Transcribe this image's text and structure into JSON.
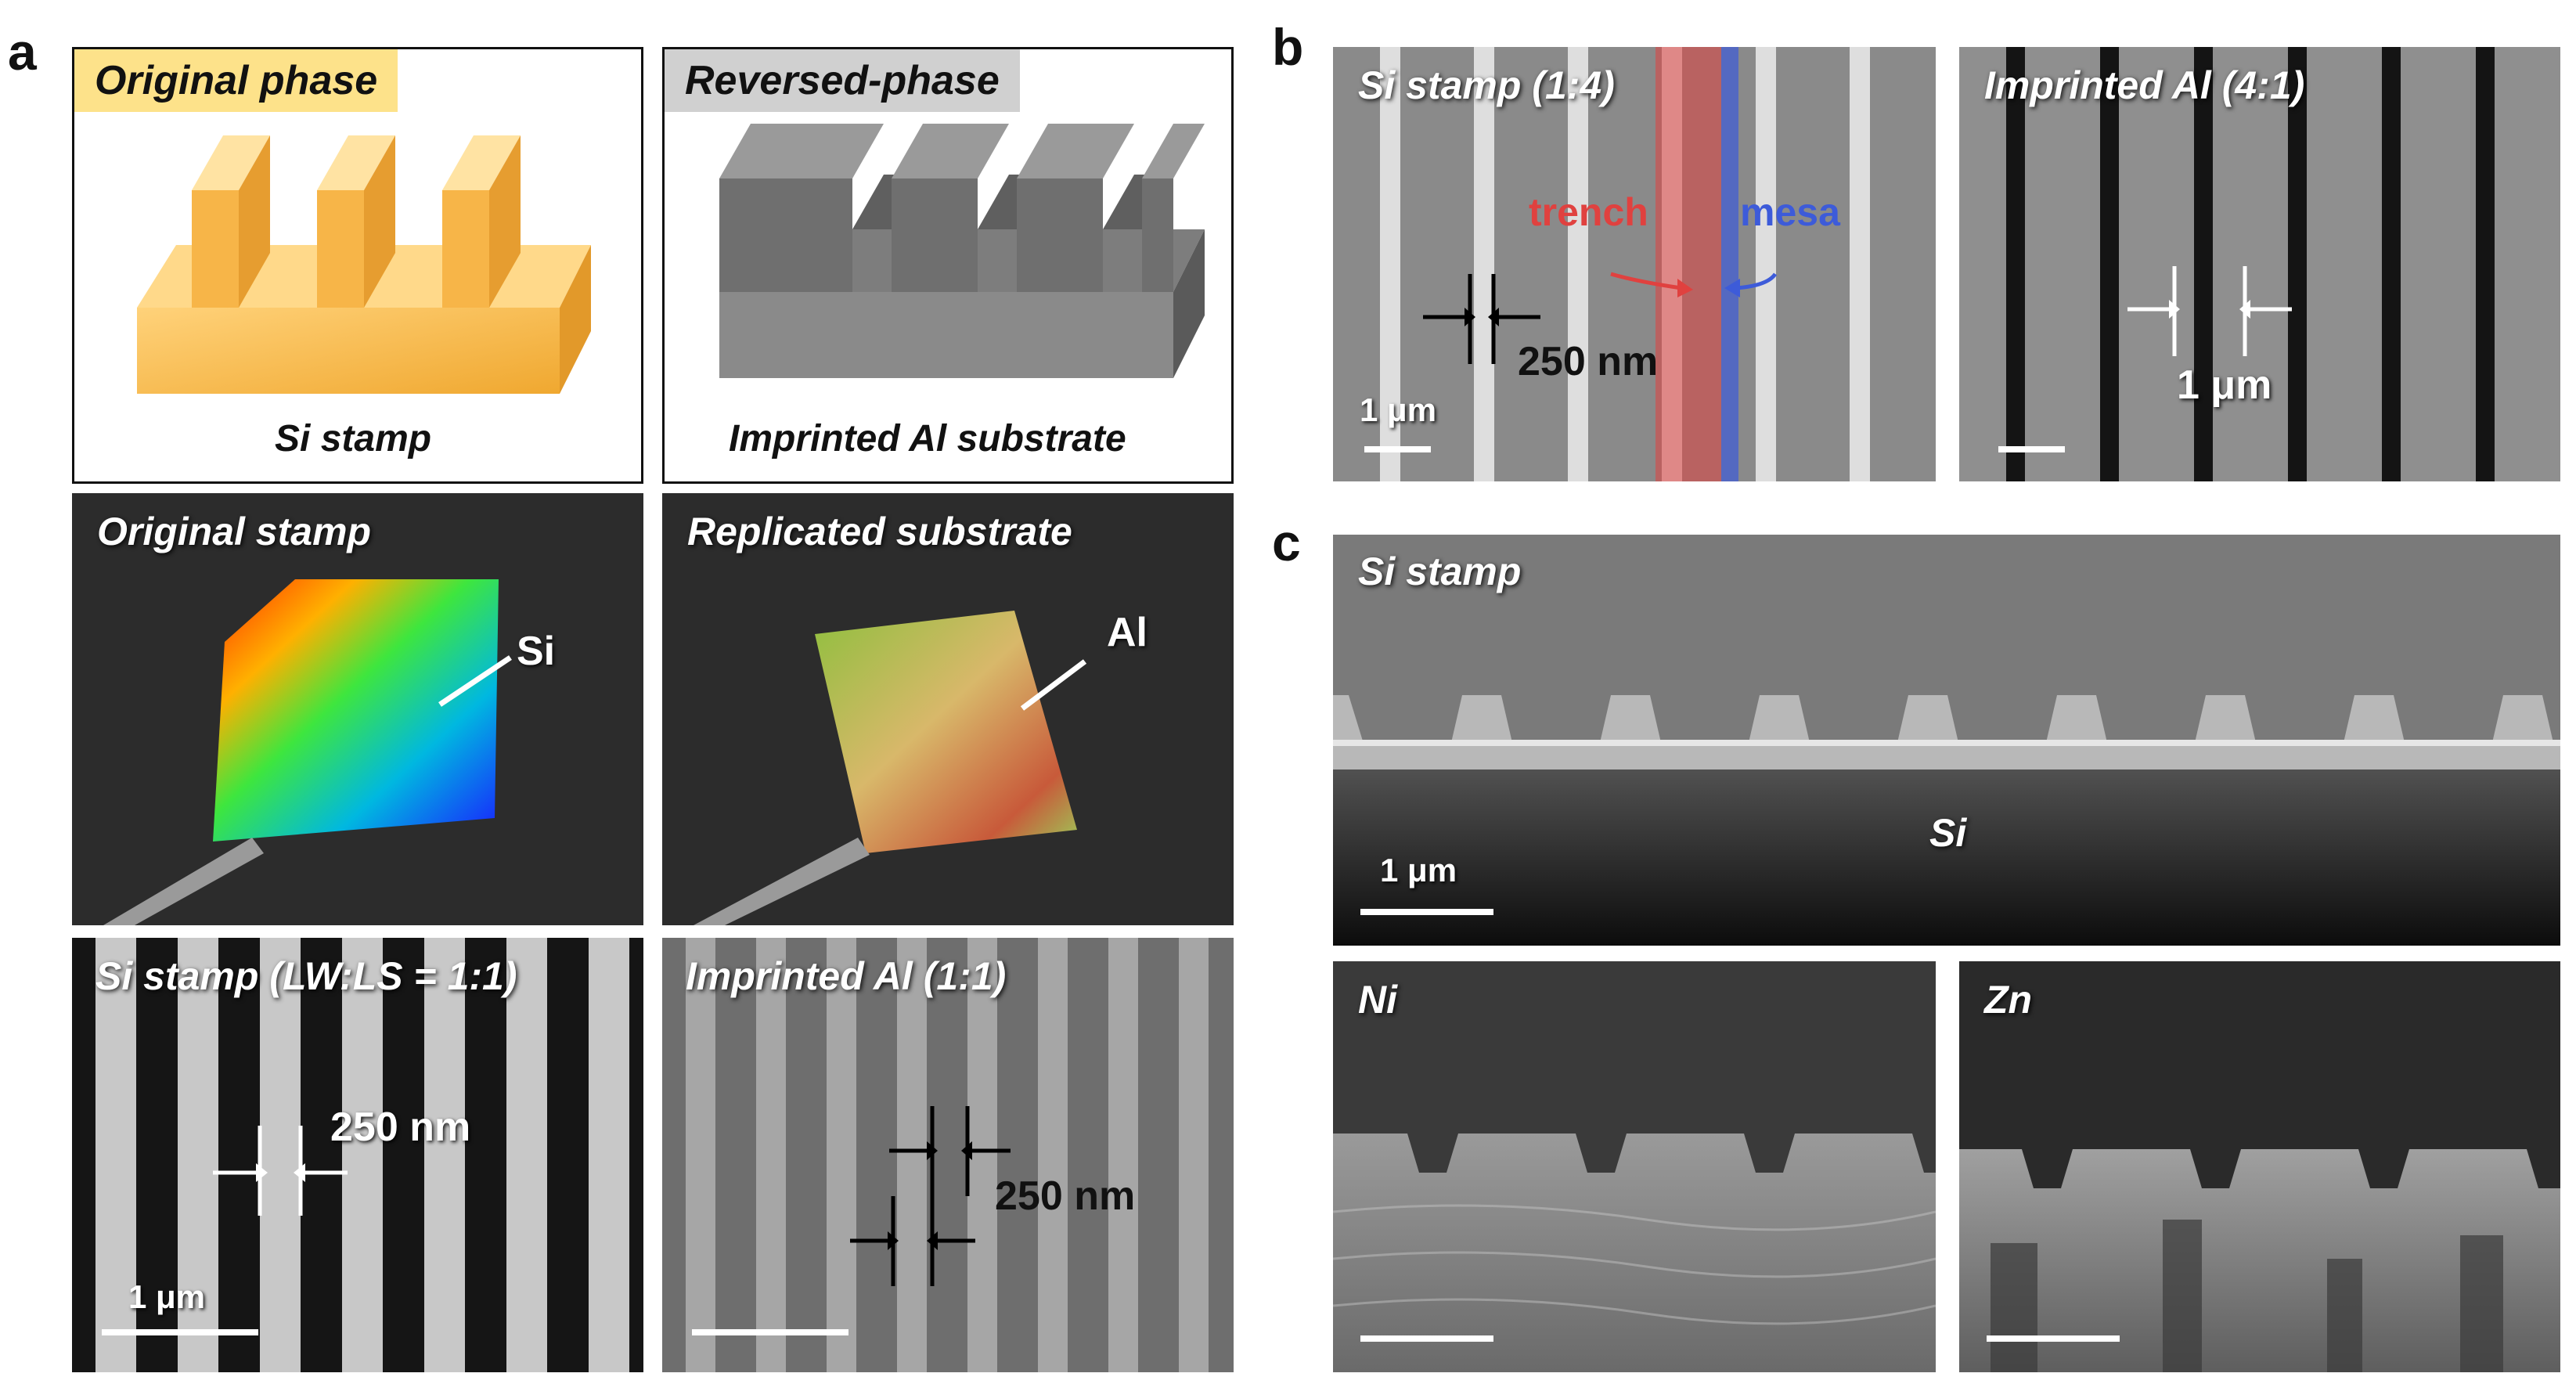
{
  "figure": {
    "letters": {
      "a": "a",
      "b": "b",
      "c": "c"
    },
    "panel_a": {
      "original_phase_tag": "Original phase",
      "reversed_phase_tag": "Reversed-phase",
      "si_stamp_caption": "Si stamp",
      "imprinted_caption": "Imprinted Al substrate",
      "photo_left_title": "Original stamp",
      "photo_left_material": "Si",
      "photo_right_title": "Replicated substrate",
      "photo_right_material": "Al",
      "sem_left_title": "Si stamp (LW:LS = 1:1)",
      "sem_left_dim": "250 nm",
      "sem_left_scale": "1 μm",
      "sem_right_title": "Imprinted Al (1:1)",
      "sem_right_dim": "250 nm"
    },
    "panel_b": {
      "left_title": "Si stamp (1:4)",
      "trench_label": "trench",
      "mesa_label": "mesa",
      "left_dim": "250 nm",
      "left_scale": "1 μm",
      "right_title": "Imprinted Al (4:1)",
      "right_dim": "1 μm"
    },
    "panel_c": {
      "top_title": "Si stamp",
      "top_material": "Si",
      "top_scale": "1 μm",
      "ni_title": "Ni",
      "zn_title": "Zn"
    },
    "colors": {
      "orange_tag": "#fde28a",
      "gray_tag": "#d0d0d0",
      "trench": "#e0413f",
      "mesa": "#3d5bd9"
    },
    "icons": [
      "scale-bar-icon",
      "dimension-arrows-icon",
      "tweezers-icon",
      "pointer-line-icon"
    ]
  }
}
